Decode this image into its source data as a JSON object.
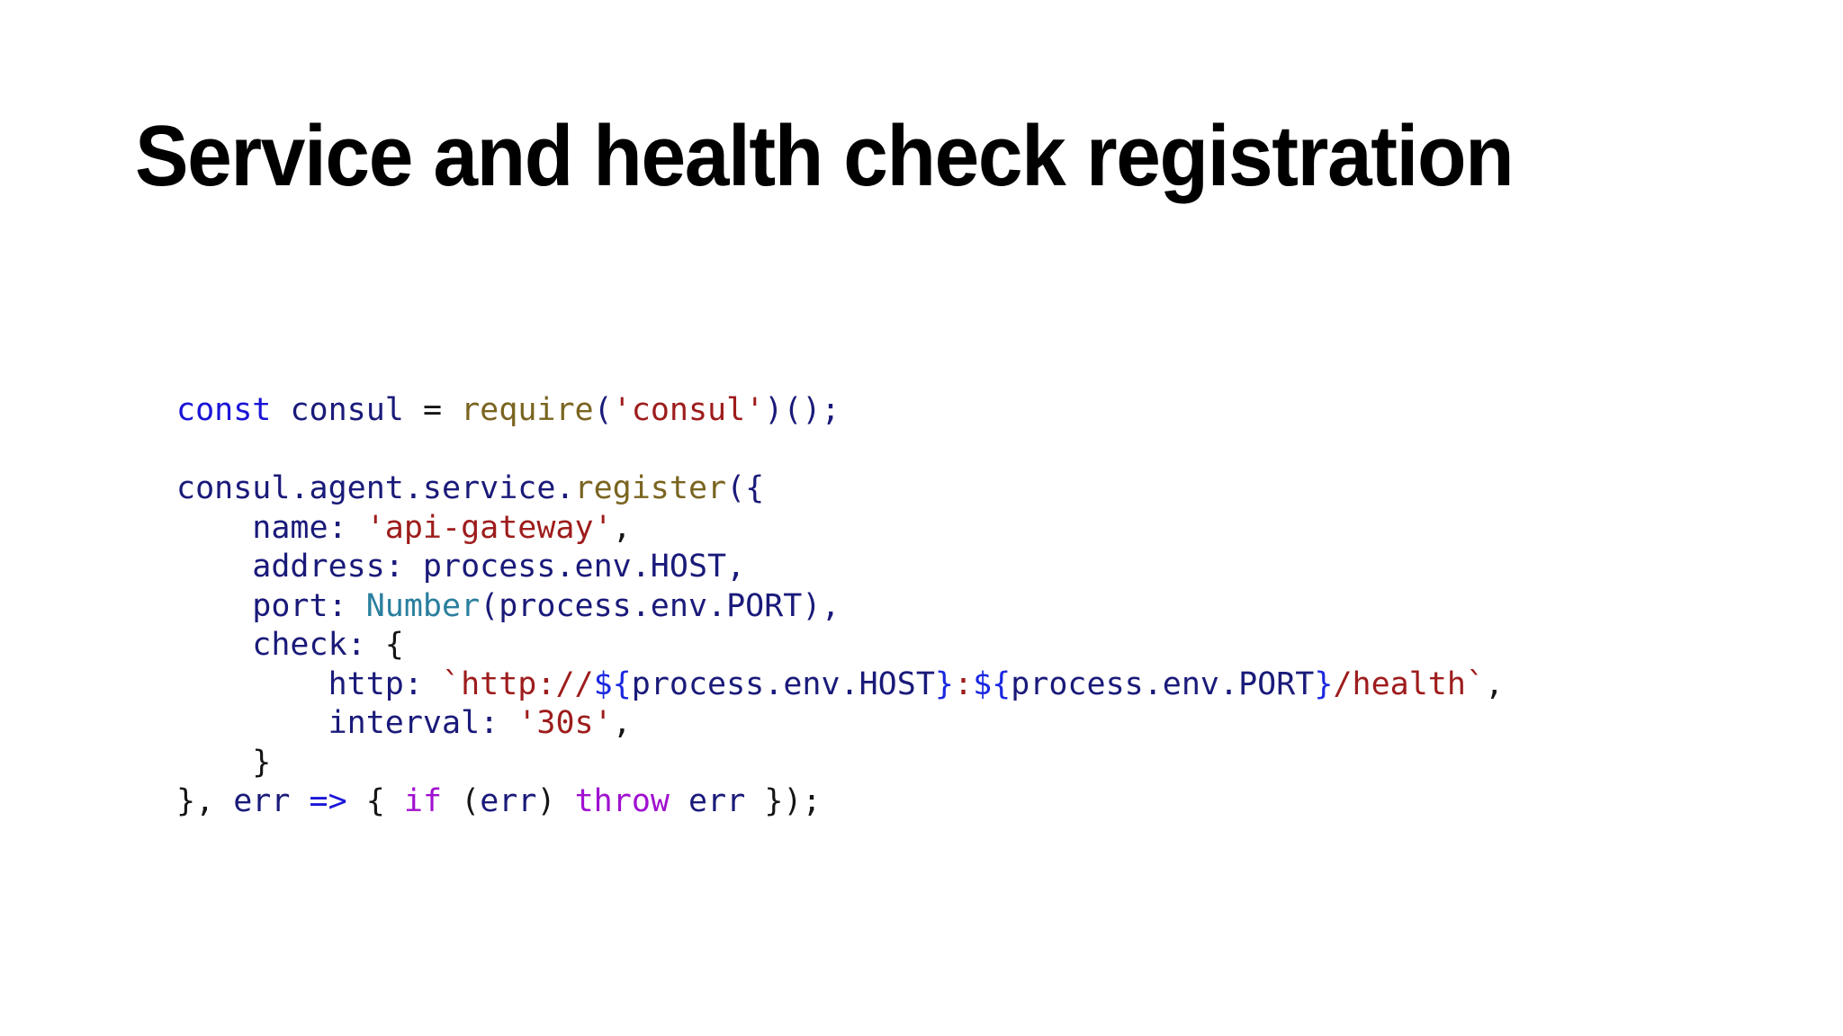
{
  "slide": {
    "title": "Service and health check registration",
    "background_color": "#ffffff"
  },
  "palette": {
    "keyword": "#1a14d8",
    "keyword_control": "#a010d0",
    "identifier": "#1a1a7a",
    "function": "#7a6420",
    "type": "#2a7f9e",
    "string": "#9e1c1c",
    "interpolation": "#1a28e0",
    "punctuation": "#151515",
    "title": "#000000"
  },
  "code": {
    "language": "javascript",
    "plain_text": "const consul = require('consul')();\n\nconsul.agent.service.register({\n    name: 'api-gateway',\n    address: process.env.HOST,\n    port: Number(process.env.PORT),\n    check: {\n        http: `http://${process.env.HOST}:${process.env.PORT}/health`,\n        interval: '30s',\n    }\n}, err => { if (err) throw err });",
    "lines": [
      {
        "id": "line-1",
        "tokens": [
          {
            "text": "const",
            "kind": "kw"
          },
          {
            "text": " ",
            "kind": "punc"
          },
          {
            "text": "consul",
            "kind": "id"
          },
          {
            "text": " ",
            "kind": "punc"
          },
          {
            "text": "=",
            "kind": "op"
          },
          {
            "text": " ",
            "kind": "punc"
          },
          {
            "text": "require",
            "kind": "fn"
          },
          {
            "text": "(",
            "kind": "id"
          },
          {
            "text": "'consul'",
            "kind": "str"
          },
          {
            "text": ")();",
            "kind": "id"
          }
        ]
      },
      {
        "id": "line-2",
        "tokens": []
      },
      {
        "id": "line-3",
        "tokens": [
          {
            "text": "consul.agent.service.",
            "kind": "id"
          },
          {
            "text": "register",
            "kind": "fn"
          },
          {
            "text": "({",
            "kind": "id"
          }
        ]
      },
      {
        "id": "line-4",
        "tokens": [
          {
            "text": "    name: ",
            "kind": "id"
          },
          {
            "text": "'api-gateway'",
            "kind": "str"
          },
          {
            "text": ",",
            "kind": "punc"
          }
        ]
      },
      {
        "id": "line-5",
        "tokens": [
          {
            "text": "    address: process.env.HOST,",
            "kind": "id"
          }
        ]
      },
      {
        "id": "line-6",
        "tokens": [
          {
            "text": "    port: ",
            "kind": "id"
          },
          {
            "text": "Number",
            "kind": "type"
          },
          {
            "text": "(process.env.PORT),",
            "kind": "id"
          }
        ]
      },
      {
        "id": "line-7",
        "tokens": [
          {
            "text": "    check: ",
            "kind": "id"
          },
          {
            "text": "{",
            "kind": "punc"
          }
        ]
      },
      {
        "id": "line-8",
        "tokens": [
          {
            "text": "        http: ",
            "kind": "id"
          },
          {
            "text": "`http://",
            "kind": "str"
          },
          {
            "text": "${",
            "kind": "interp"
          },
          {
            "text": "process.env.HOST",
            "kind": "id"
          },
          {
            "text": "}",
            "kind": "interp"
          },
          {
            "text": ":",
            "kind": "str"
          },
          {
            "text": "${",
            "kind": "interp"
          },
          {
            "text": "process.env.PORT",
            "kind": "id"
          },
          {
            "text": "}",
            "kind": "interp"
          },
          {
            "text": "/health`",
            "kind": "str"
          },
          {
            "text": ",",
            "kind": "punc"
          }
        ]
      },
      {
        "id": "line-9",
        "tokens": [
          {
            "text": "        interval: ",
            "kind": "id"
          },
          {
            "text": "'30s'",
            "kind": "str"
          },
          {
            "text": ",",
            "kind": "punc"
          }
        ]
      },
      {
        "id": "line-10",
        "tokens": [
          {
            "text": "    }",
            "kind": "punc"
          }
        ]
      },
      {
        "id": "line-11",
        "tokens": [
          {
            "text": "},",
            "kind": "punc"
          },
          {
            "text": " ",
            "kind": "punc"
          },
          {
            "text": "err",
            "kind": "id"
          },
          {
            "text": " ",
            "kind": "punc"
          },
          {
            "text": "=>",
            "kind": "kw"
          },
          {
            "text": " ",
            "kind": "punc"
          },
          {
            "text": "{",
            "kind": "punc"
          },
          {
            "text": " ",
            "kind": "punc"
          },
          {
            "text": "if",
            "kind": "kw2"
          },
          {
            "text": " (",
            "kind": "punc"
          },
          {
            "text": "err",
            "kind": "id"
          },
          {
            "text": ") ",
            "kind": "punc"
          },
          {
            "text": "throw",
            "kind": "kw2"
          },
          {
            "text": " ",
            "kind": "punc"
          },
          {
            "text": "err",
            "kind": "id"
          },
          {
            "text": " });",
            "kind": "punc"
          }
        ]
      }
    ]
  }
}
